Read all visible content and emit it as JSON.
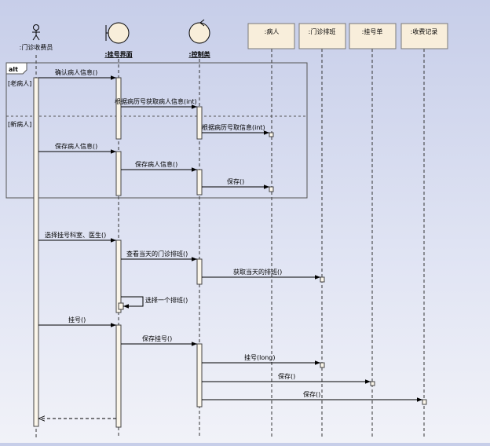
{
  "lifelines": [
    {
      "id": "cashier",
      "label": ":门诊收费员",
      "kind": "actor"
    },
    {
      "id": "ui",
      "label": ":挂号界面",
      "kind": "boundary"
    },
    {
      "id": "ctrl",
      "label": ":控制类",
      "kind": "control"
    },
    {
      "id": "patient",
      "label": ":病人",
      "kind": "class"
    },
    {
      "id": "schedule",
      "label": ":门诊排班",
      "kind": "class"
    },
    {
      "id": "regform",
      "label": ":挂号单",
      "kind": "class"
    },
    {
      "id": "fee",
      "label": ":收费记录",
      "kind": "class"
    }
  ],
  "fragment": {
    "operator": "alt",
    "guards": [
      "[老病人]",
      "[新病人]"
    ]
  },
  "messages": [
    {
      "label": "确认病人信息()"
    },
    {
      "label": "根据病历号获取病人信息(int)"
    },
    {
      "label": "根据病历号取信息(int)"
    },
    {
      "label": "保存病人信息()"
    },
    {
      "label": "保存病人信息()"
    },
    {
      "label": "保存()"
    },
    {
      "label": "选择挂号科室、医生()"
    },
    {
      "label": "查看当天的门诊排班()"
    },
    {
      "label": "获取当天的排班()"
    },
    {
      "label": "选择一个排班()"
    },
    {
      "label": "挂号()"
    },
    {
      "label": "保存挂号()"
    },
    {
      "label": "挂号(long)"
    },
    {
      "label": "保存()"
    },
    {
      "label": "保存()"
    },
    {
      "label": ""
    }
  ]
}
